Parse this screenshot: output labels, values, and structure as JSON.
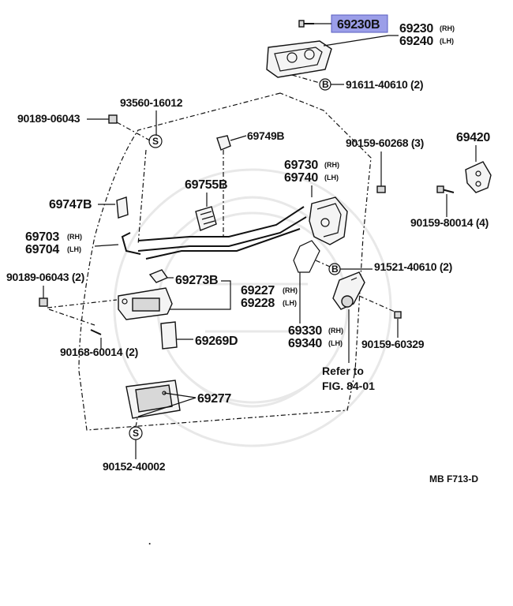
{
  "diagram": {
    "figure_code": "MB  F713-D",
    "highlight_color": "#9b9ee8",
    "highlight_part": "69230B",
    "labels": {
      "p69230": "69230",
      "p69240": "69240",
      "p91611": "91611-40610 (2)",
      "p93560": "93560-16012",
      "p90189a": "90189-06043",
      "p69749B": "69749B",
      "p90159a": "90159-60268 (3)",
      "p69420": "69420",
      "p69730": "69730",
      "p69740": "69740",
      "p69755B": "69755B",
      "p69747B": "69747B",
      "p90159b": "90159-80014 (4)",
      "p69703": "69703",
      "p69704": "69704",
      "p91521": "91521-40610 (2)",
      "p90189b": "90189-06043 (2)",
      "p69273B": "69273B",
      "p69227": "69227",
      "p69228": "69228",
      "p69269D": "69269D",
      "p90168": "90168-60014 (2)",
      "p69330": "69330",
      "p69340": "69340",
      "p90159c": "90159-60329",
      "p69277": "69277",
      "p90152": "90152-40002"
    },
    "side_rh": "(RH)",
    "side_lh": "(LH)",
    "refer_line1": "Refer to",
    "refer_line2": "FIG. 84-01",
    "marker_b": "B",
    "marker_s": "S",
    "dot": "."
  }
}
